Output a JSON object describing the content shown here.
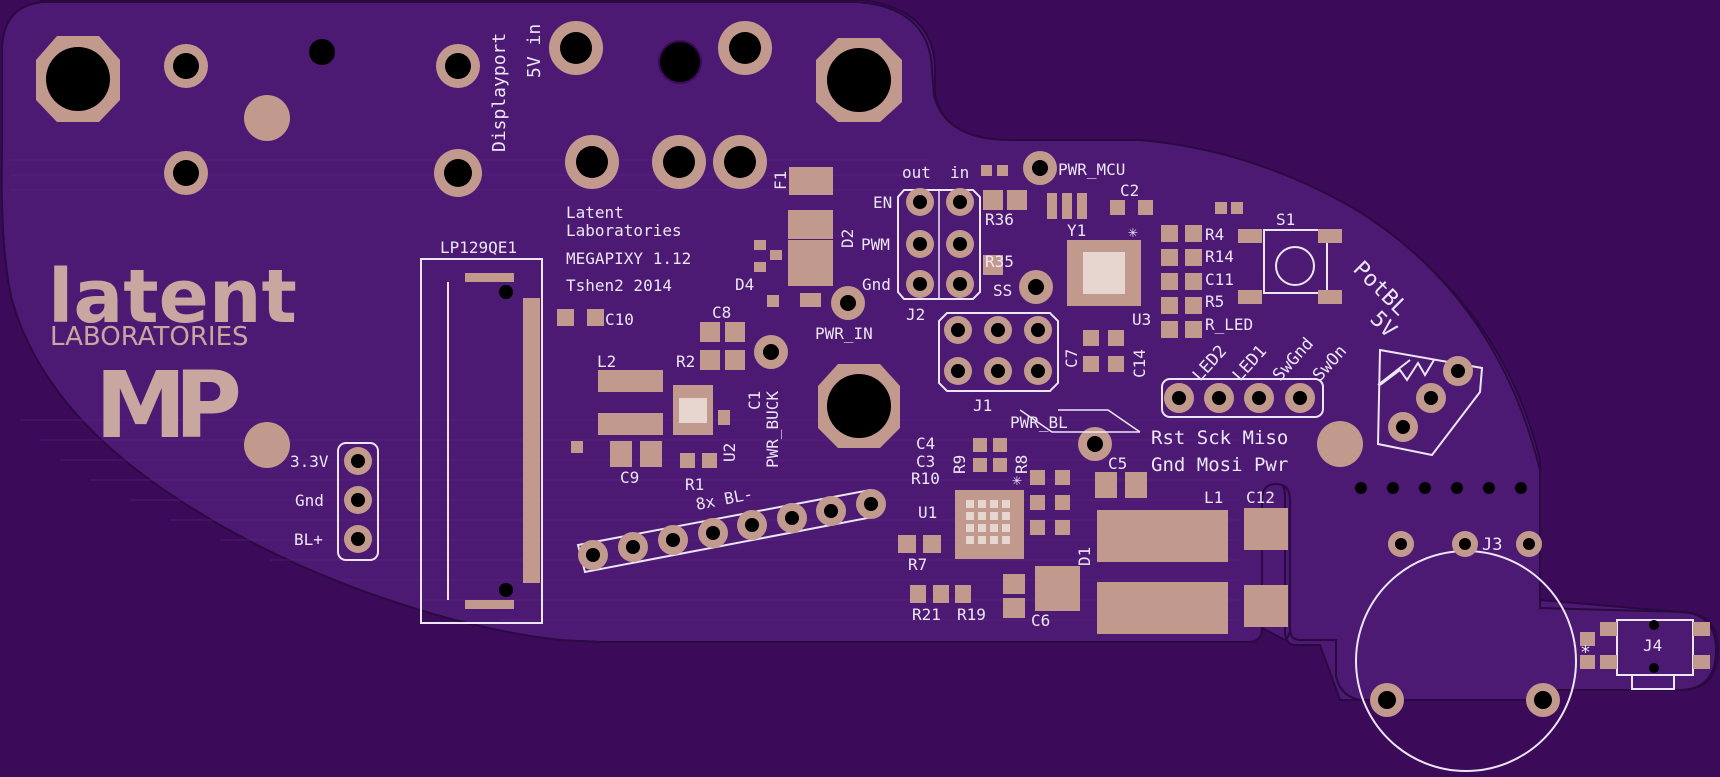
{
  "colors": {
    "background": "#3b0b5a",
    "board": "#4c1a73",
    "board_trace": "#5b2588",
    "silkscreen": "#ece6f4",
    "copper_pad": "#c19a8d",
    "drill_hole": "#000000",
    "logo": "#c8a7a1"
  },
  "logo": {
    "word1": "latent",
    "word2": "LABORATORIES",
    "monogram": "MP"
  },
  "credits": {
    "line1": "Latent",
    "line2": "Laboratories",
    "line3": "MEGAPIXY 1.12",
    "line4": "Tshen2 2014"
  },
  "connector_labels": {
    "displayport": "Displayport",
    "five_v_in": "5V in",
    "lcd": "LP129QE1",
    "power_left": [
      "3.3V",
      "Gnd",
      "BL+"
    ],
    "bl_header": "8x BL-",
    "j2_out": "out",
    "j2_in": "in",
    "j2_rows": [
      "EN",
      "PWM",
      "Gnd"
    ],
    "isp_row1": "Rst Sck Miso",
    "isp_row2": "Gnd Mosi Pwr",
    "side_pins": [
      "LED2",
      "LED1",
      "SwGnd",
      "SwOn"
    ],
    "pot_label": "PotBL",
    "pot_voltage": "5V"
  },
  "test_points": {
    "pwr_mcu": "PWR_MCU",
    "pwr_in": "PWR_IN",
    "pwr_buck": "PWR_BUCK",
    "pwr_bl": "PWR_BL",
    "ss": "SS"
  },
  "refdes": {
    "F1": "F1",
    "D2": "D2",
    "D4": "D4",
    "C10": "C10",
    "C8": "C8",
    "L2": "L2",
    "R2": "R2",
    "C1": "C1",
    "U2": "U2",
    "R1": "R1",
    "C9": "C9",
    "J2": "J2",
    "J1": "J1",
    "R36": "R36",
    "R35": "R35",
    "Y1": "Y1",
    "C2": "C2",
    "U3": "U3",
    "C7": "C7",
    "C14": "C14",
    "R4": "R4",
    "R14": "R14",
    "C11": "C11",
    "R5": "R5",
    "R_LED": "R_LED",
    "S1": "S1",
    "C4": "C4",
    "C3": "C3",
    "R10": "R10",
    "R9": "R9",
    "R8": "R8",
    "C5": "C5",
    "U1": "U1",
    "R7": "R7",
    "D1": "D1",
    "L1": "L1",
    "C12": "C12",
    "R21": "R21",
    "R19": "R19",
    "C6": "C6",
    "J3": "J3",
    "J4": "J4"
  },
  "markers": {
    "star": "✳",
    "asterisk": "*"
  }
}
